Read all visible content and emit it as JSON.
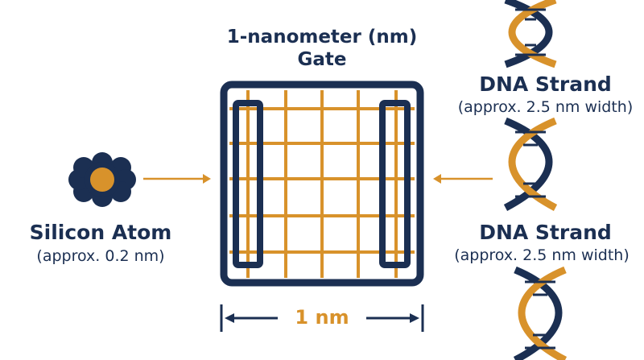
{
  "gate": {
    "title_line1": "1-nanometer (nm)",
    "title_line2": "Gate"
  },
  "atom": {
    "name": "Silicon Atom",
    "size": "(approx. 0.2 nm)"
  },
  "dna_top": {
    "name": "DNA Strand",
    "size": "(approx. 2.5 nm width)"
  },
  "dna_bottom": {
    "name": "DNA Strand",
    "size": "(approx. 2.5 nm width)"
  },
  "dimension": {
    "label": "1 nm"
  },
  "colors": {
    "navy": "#1b2f52",
    "gold": "#d8922b",
    "background": "#ffffff"
  }
}
